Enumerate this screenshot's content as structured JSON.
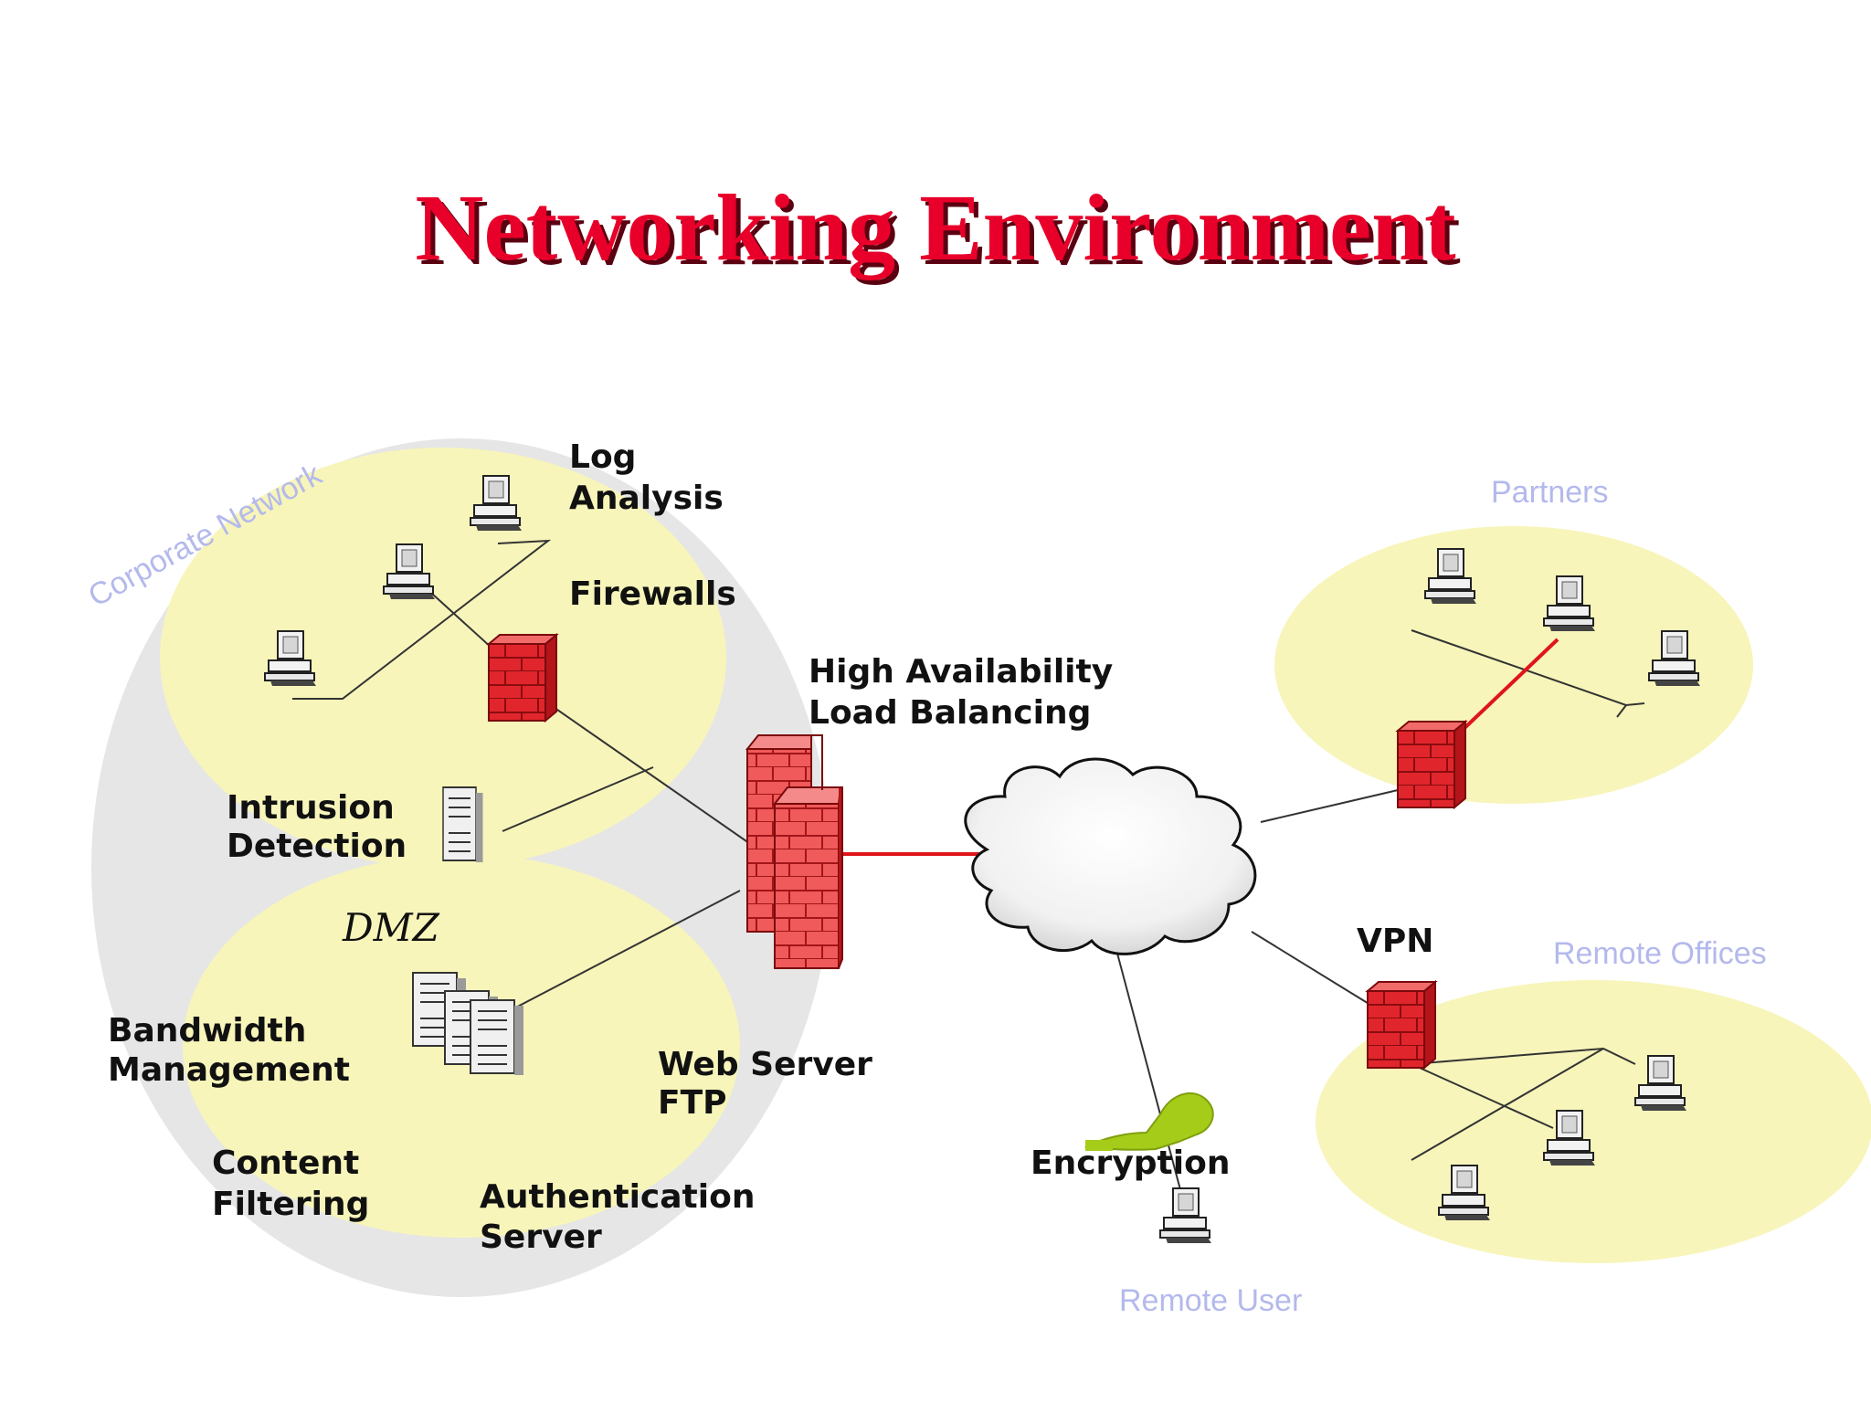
{
  "title": "Networking Environment",
  "zones": {
    "corporate": "Corporate Network",
    "partners": "Partners",
    "remote_offices": "Remote Offices",
    "remote_user": "Remote User",
    "dmz": "DMZ"
  },
  "labels": {
    "log_line1": "Log",
    "log_line2": "Analysis",
    "firewalls": "Firewalls",
    "ha_line1": "High Availability",
    "ha_line2": "Load Balancing",
    "ids_line1": "Intrusion",
    "ids_line2": "Detection",
    "bw_line1": "Bandwidth",
    "bw_line2": "Management",
    "web_line1": "Web Server",
    "web_line2": "FTP",
    "cf_line1": "Content",
    "cf_line2": "Filtering",
    "auth_line1": "Authentication",
    "auth_line2": "Server",
    "vpn": "VPN",
    "encryption": "Encryption"
  },
  "colors": {
    "title": "#e8002a",
    "firewall": "#e0262c",
    "zone_fill": "#f7f5ba",
    "corporate_fill": "#e6e6e6",
    "light_label": "#b4b9ec",
    "key": "#a6cc1a"
  }
}
